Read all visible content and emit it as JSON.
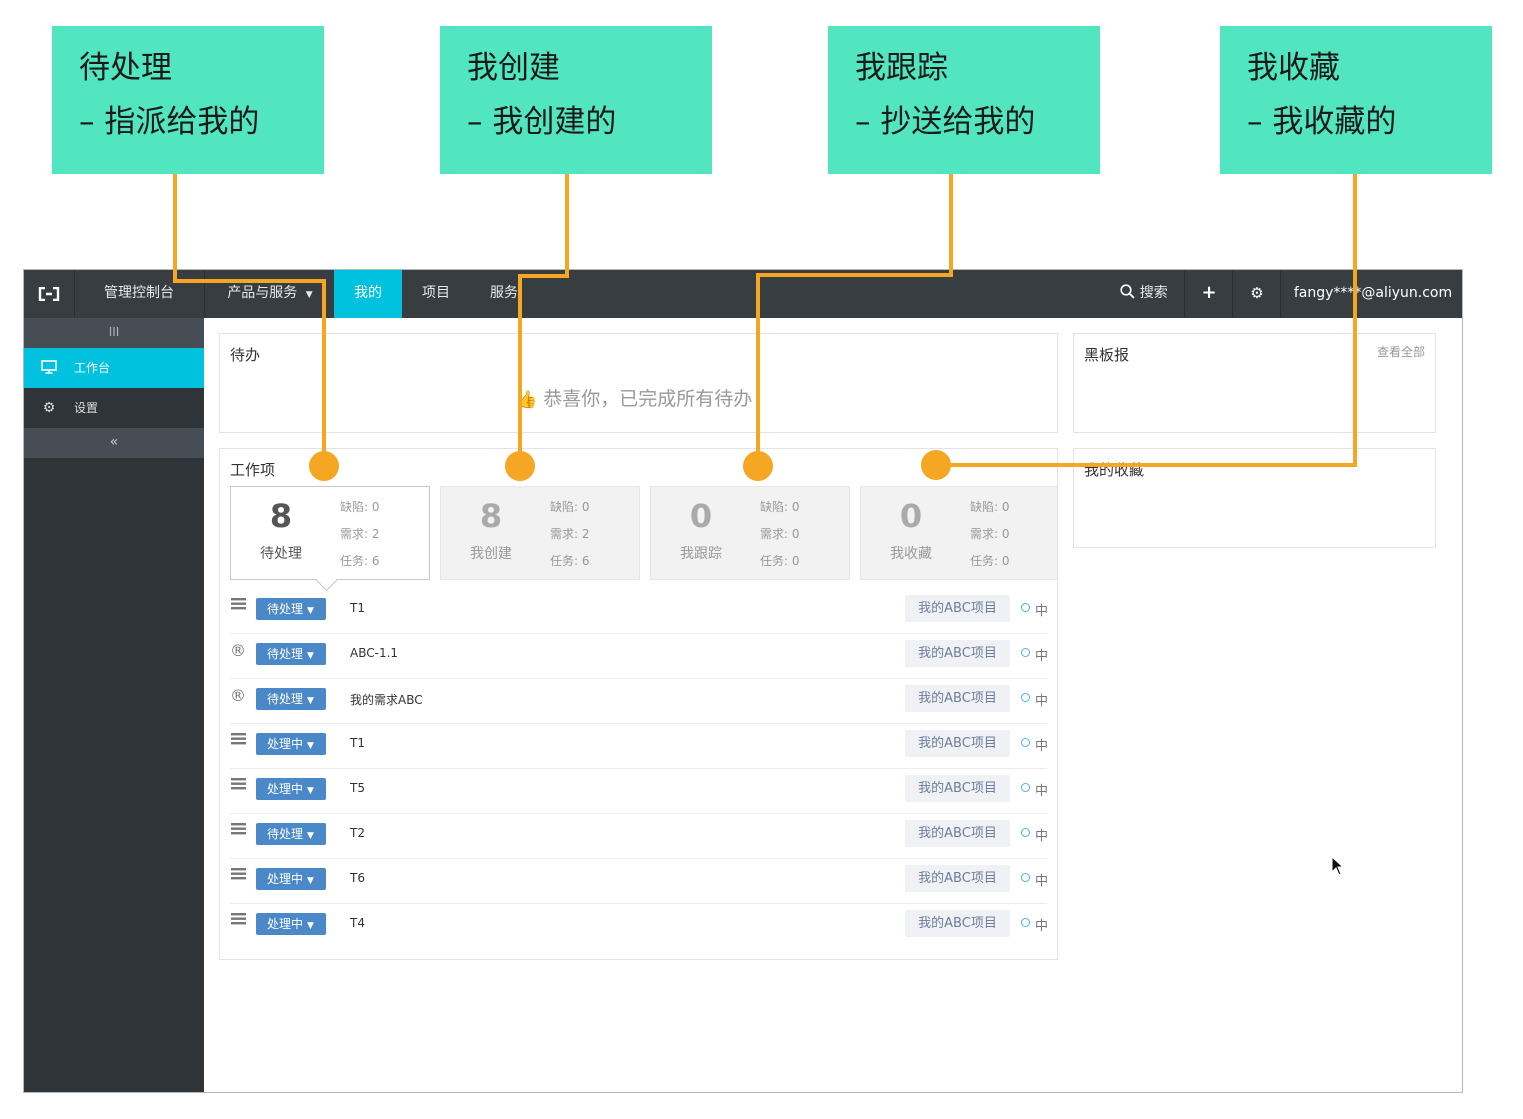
{
  "callouts": [
    {
      "title": "待处理",
      "sub": "– 指派给我的"
    },
    {
      "title": "我创建",
      "sub": "– 我创建的"
    },
    {
      "title": "我跟踪",
      "sub": "– 抄送给我的"
    },
    {
      "title": "我收藏",
      "sub": "– 我收藏的"
    }
  ],
  "topbar": {
    "logo_icon": "aliyun-logo-icon",
    "console": "管理控制台",
    "products": "产品与服务",
    "tabs": [
      "我的",
      "项目",
      "服务"
    ],
    "search": "搜索",
    "add": "+",
    "user": "fangy****@aliyun.com"
  },
  "sidebar": {
    "handle": "III",
    "items": [
      {
        "label": "工作台",
        "icon": "monitor-icon"
      },
      {
        "label": "设置",
        "icon": "gear-icon"
      }
    ],
    "collapse": "«"
  },
  "todo": {
    "title": "待办",
    "empty_message": "恭喜你，已完成所有待办"
  },
  "board": {
    "title": "黑板报",
    "view_all": "查看全部"
  },
  "favorites": {
    "title": "我的收藏"
  },
  "workitems": {
    "title": "工作项",
    "cards": [
      {
        "count": "8",
        "label": "待处理",
        "stats": [
          "缺陷: 0",
          "需求: 2",
          "任务: 6"
        ],
        "selected": true
      },
      {
        "count": "8",
        "label": "我创建",
        "stats": [
          "缺陷: 0",
          "需求: 2",
          "任务: 6"
        ],
        "selected": false
      },
      {
        "count": "0",
        "label": "我跟踪",
        "stats": [
          "缺陷: 0",
          "需求: 0",
          "任务: 0"
        ],
        "selected": false
      },
      {
        "count": "0",
        "label": "我收藏",
        "stats": [
          "缺陷: 0",
          "需求: 0",
          "任务: 0"
        ],
        "selected": false
      }
    ],
    "rows": [
      {
        "type": "task",
        "status": "待处理",
        "title": "T1",
        "project": "我的ABC项目",
        "priority": "中"
      },
      {
        "type": "requirement",
        "status": "待处理",
        "title": "ABC-1.1",
        "project": "我的ABC项目",
        "priority": "中"
      },
      {
        "type": "requirement",
        "status": "待处理",
        "title": "我的需求ABC",
        "project": "我的ABC项目",
        "priority": "中"
      },
      {
        "type": "task",
        "status": "处理中",
        "title": "T1",
        "project": "我的ABC项目",
        "priority": "中"
      },
      {
        "type": "task",
        "status": "处理中",
        "title": "T5",
        "project": "我的ABC项目",
        "priority": "中"
      },
      {
        "type": "task",
        "status": "待处理",
        "title": "T2",
        "project": "我的ABC项目",
        "priority": "中"
      },
      {
        "type": "task",
        "status": "处理中",
        "title": "T6",
        "project": "我的ABC项目",
        "priority": "中"
      },
      {
        "type": "task",
        "status": "处理中",
        "title": "T4",
        "project": "我的ABC项目",
        "priority": "中"
      }
    ]
  },
  "colors": {
    "callout": "#51e5c0",
    "connector": "#f5a623",
    "accent": "#00c1de",
    "status": "#4a88c8",
    "topbar": "#373d41",
    "sidebar": "#2f3438"
  }
}
